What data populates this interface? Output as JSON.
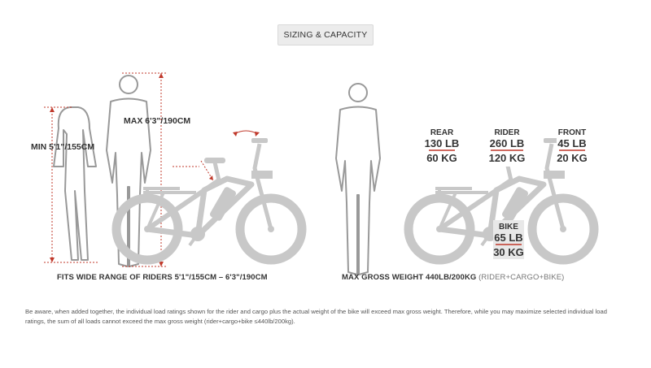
{
  "tab": {
    "label": "SIZING & CAPACITY"
  },
  "riders": {
    "min_label": "MIN 5'1\"/155CM",
    "max_label": "MAX 6'3\"/190CM",
    "caption": "FITS WIDE RANGE OF RIDERS 5'1\"/155CM – 6'3\"/190CM"
  },
  "capacity": {
    "caption_main": "MAX GROSS WEIGHT 440LB/200KG",
    "caption_sub": "(RIDER+CARGO+BIKE)",
    "rear": {
      "title": "REAR",
      "lb": "130 LB",
      "kg": "60 KG"
    },
    "rider": {
      "title": "RIDER",
      "lb": "260 LB",
      "kg": "120 KG"
    },
    "front": {
      "title": "FRONT",
      "lb": "45 LB",
      "kg": "20 KG"
    },
    "bike": {
      "title": "BIKE",
      "lb": "65 LB",
      "kg": "30 KG"
    }
  },
  "note": "Be aware, when added together, the individual load ratings shown for the rider and cargo plus the actual weight of the bike will exceed max gross weight. Therefore, while you may maximize selected individual load ratings, the sum of all loads cannot exceed the max gross weight (rider+cargo+bike ≤440lb/200kg).",
  "colors": {
    "accent": "#c0392b",
    "bike_gray": "#c8c8c8",
    "text": "#333333"
  }
}
